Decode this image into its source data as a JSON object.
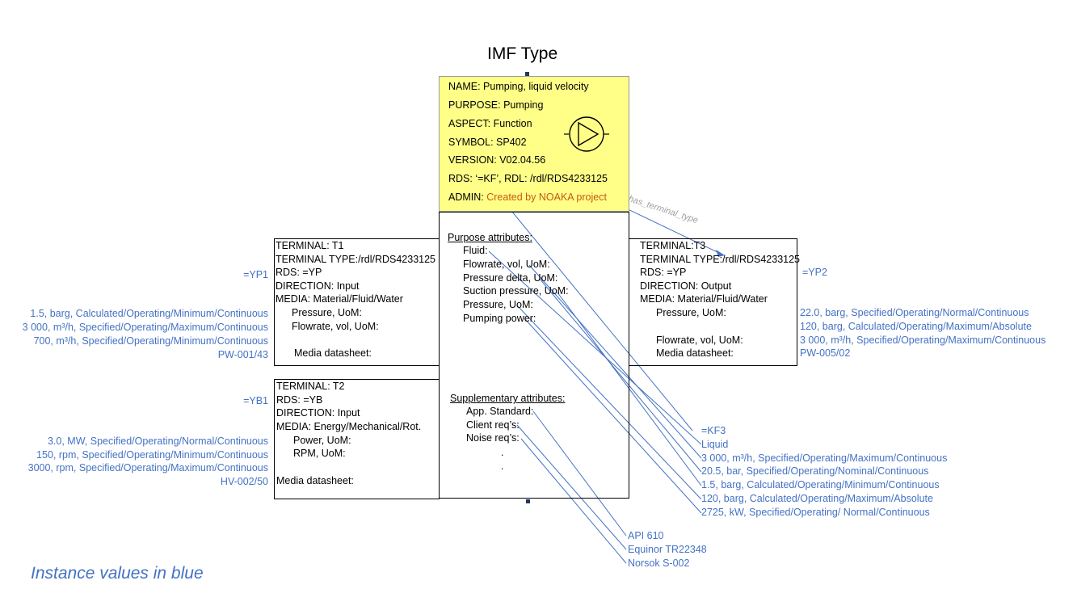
{
  "title": "IMF Type",
  "type_box": {
    "name": "NAME: Pumping, liquid velocity",
    "purpose": "PURPOSE: Pumping",
    "aspect": "ASPECT: Function",
    "symbol": "SYMBOL: SP402",
    "version": "VERSION: V02.04.56",
    "rds": "RDS: ‘=KF’, RDL: /rdl/RDS4233125",
    "admin_label": "ADMIN:",
    "admin_value": "Created by NOAKA project"
  },
  "purpose_attributes": {
    "heading": "Purpose attributes:",
    "items": [
      "Fluid:",
      "Flowrate, vol, UoM:",
      "Pressure delta, UoM:",
      "Suction pressure, UoM:",
      "Pressure, UoM:",
      "Pumping power:"
    ]
  },
  "supplementary_attributes": {
    "heading": "Supplementary attributes:",
    "items": [
      "App. Standard:",
      "Client req’s:",
      "Noise req’s:",
      ".",
      "."
    ]
  },
  "terminal_t1": {
    "lines": [
      "TERMINAL: T1",
      "TERMINAL TYPE:/rdl/RDS4233125",
      "RDS: =YP",
      "DIRECTION: Input",
      "MEDIA: Material/Fluid/Water"
    ],
    "pressure": "Pressure, UoM:",
    "flowrate": "Flowrate, vol, UoM:",
    "datasheet": "Media datasheet:"
  },
  "terminal_t2": {
    "lines": [
      "TERMINAL: T2",
      "RDS: =YB",
      "DIRECTION: Input",
      "MEDIA: Energy/Mechanical/Rot."
    ],
    "power": "Power, UoM:",
    "rpm": "RPM, UoM:",
    "datasheet": "Media datasheet:"
  },
  "terminal_t3": {
    "lines": [
      "TERMINAL:T3",
      "TERMINAL TYPE:/rdl/RDS4233125",
      "RDS: =YP",
      "DIRECTION: Output",
      "MEDIA: Material/Fluid/Water"
    ],
    "pressure": "Pressure, UoM:",
    "flowrate": "Flowrate, vol, UoM:",
    "datasheet": "Media datasheet:"
  },
  "instance_t1": {
    "rds": "=YP1",
    "pressure": "1.5, barg, Calculated/Operating/Minimum/Continuous",
    "flowrate": "3 000, m³/h, Specified/Operating/Maximum/Continuous",
    "flowrate2": "700, m³/h, Specified/Operating/Minimum/Continuous",
    "datasheet": "PW-001/43"
  },
  "instance_t2": {
    "rds": "=YB1",
    "power": "3.0, MW, Specified/Operating/Normal/Continuous",
    "rpm_min": "150, rpm, Specified/Operating/Minimum/Continuous",
    "rpm_max": "3000, rpm, Specified/Operating/Maximum/Continuous",
    "datasheet": "HV-002/50"
  },
  "instance_t3": {
    "rds": "=YP2",
    "pressure": "22.0, barg, Specified/Operating/Normal/Continuous",
    "pressure2": "120, barg, Calculated/Operating/Maximum/Absolute",
    "flowrate": "3 000, m³/h, Specified/Operating/Maximum/Continuous",
    "datasheet": "PW-005/02"
  },
  "instance_purpose": [
    "=KF3",
    "Liquid",
    "3 000, m³/h, Specified/Operating/Maximum/Continuous",
    "20.5, bar, Specified/Operating/Nominal/Continuous",
    "1.5, barg, Calculated/Operating/Minimum/Continuous",
    "120, barg, Calculated/Operating/Maximum/Absolute",
    "2725, kW, Specified/Operating/ Normal/Continuous"
  ],
  "instance_supplementary": [
    "API 610",
    "Equinor TR22348",
    "Norsok S-002"
  ],
  "relation_label": "has_terminal_type",
  "note": "Instance values in blue",
  "colors": {
    "instance_blue": "#4472c4",
    "type_box_fill": "#ffff88",
    "admin_orange": "#c55a11",
    "handle": "#1f3864"
  },
  "icons": {
    "pump_symbol": "pump-symbol-icon"
  }
}
